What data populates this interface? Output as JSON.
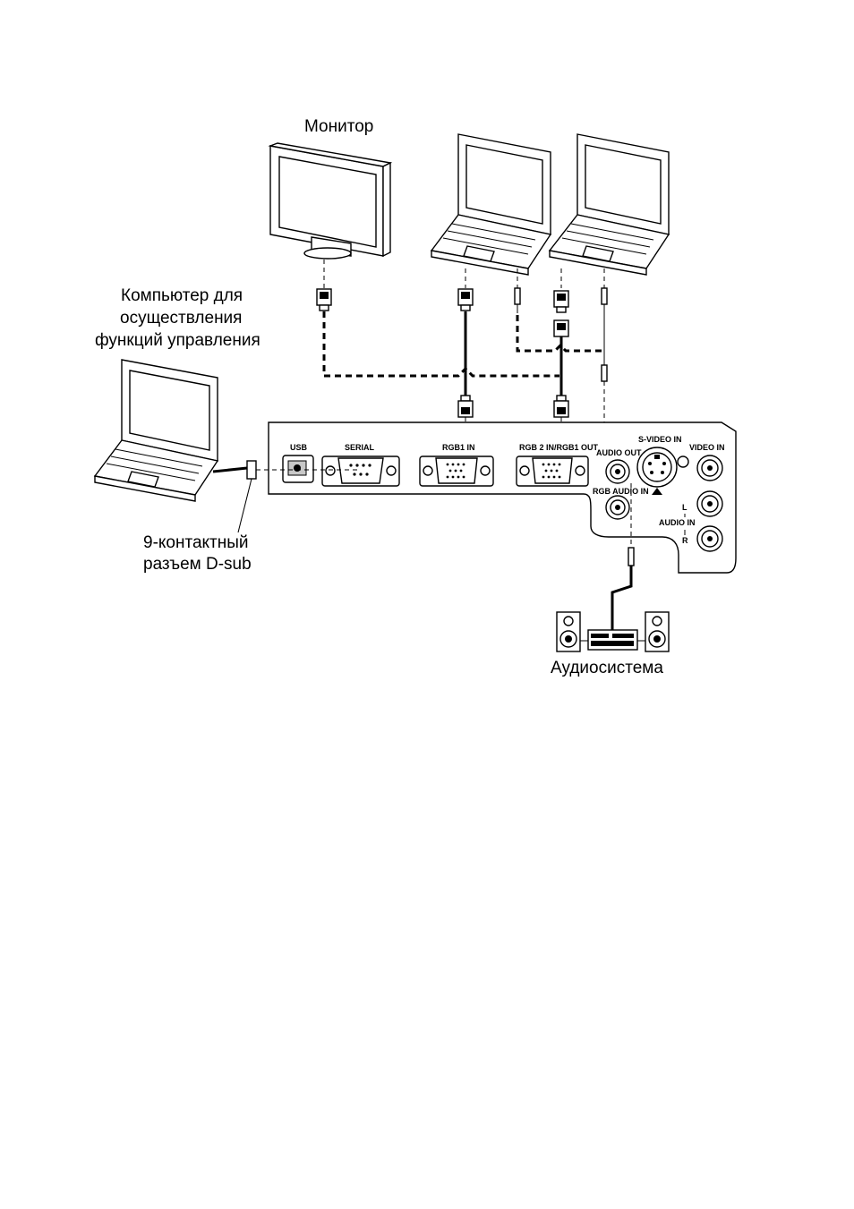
{
  "labels": {
    "monitor": "Монитор",
    "control_pc_line1": "Компьютер для",
    "control_pc_line2": "осуществления",
    "control_pc_line3": "функций управления",
    "dsub_line1": "9-контактный",
    "dsub_line2": "разъем D-sub",
    "audio_system": "Аудиосистема"
  },
  "ports": {
    "usb": "USB",
    "serial": "SERIAL",
    "rgb1_in": "RGB1 IN",
    "rgb2_in_rgb1_out": "RGB 2 IN/RGB1 OUT",
    "audio_out": "AUDIO OUT",
    "s_video_in": "S-VIDEO IN",
    "video_in": "VIDEO IN",
    "rgb_audio_in": "RGB AUDIO IN",
    "audio_in": "AUDIO IN",
    "l": "L",
    "r": "R"
  },
  "icons": {
    "monitor": "monitor-icon",
    "laptop": "laptop-icon",
    "speaker": "speaker-icon",
    "stereo": "stereo-receiver-icon",
    "vga_plug": "vga-plug-icon",
    "audio_plug": "audio-jack-icon"
  },
  "colors": {
    "line": "#000000",
    "background": "#ffffff",
    "hatch": "#c8c8c8"
  }
}
